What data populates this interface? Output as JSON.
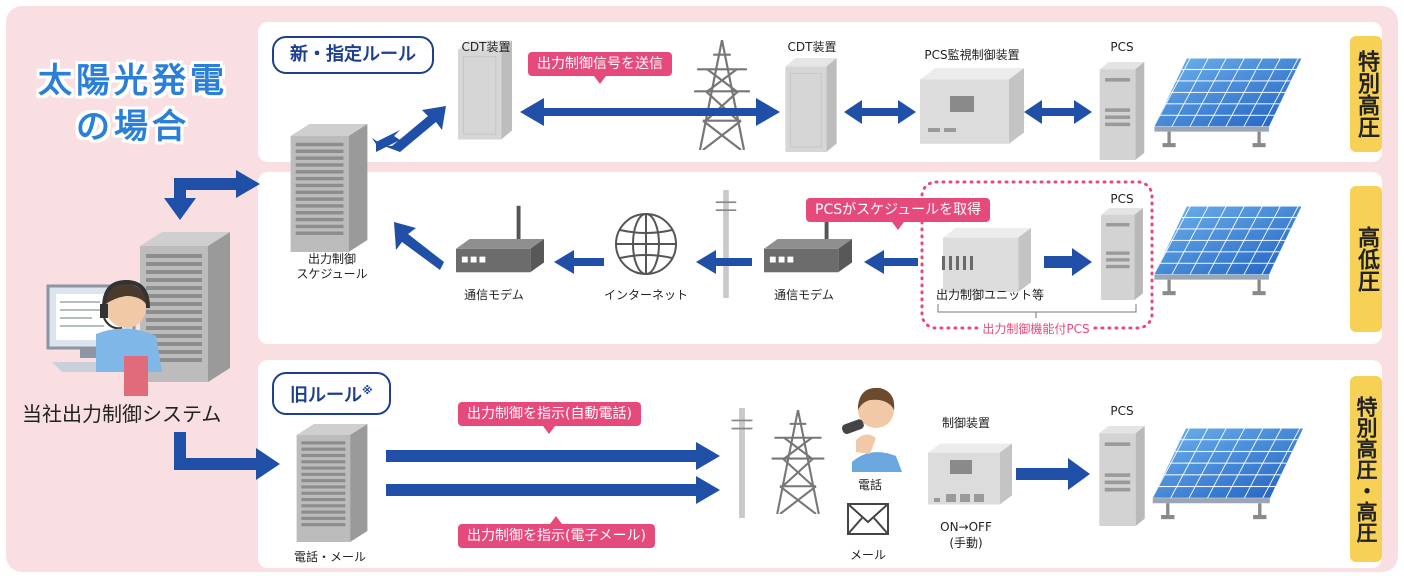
{
  "title": {
    "line1": "太陽光発電",
    "line2": "の場合"
  },
  "system_label": "当社出力制御システム",
  "panels": {
    "top": {
      "tag": "新・指定ルール",
      "region": "特別高圧",
      "left_device_label": "出力制御スケジュール",
      "left_device_label_lines": [
        "出力制御",
        "スケジュール"
      ],
      "labels": {
        "cdt1": "CDT装置",
        "cdt2": "CDT装置",
        "pcs_monitor": "PCS監視制御装置",
        "pcs": "PCS"
      },
      "callout": "出力制御信号を送信"
    },
    "middle": {
      "region": "高低圧",
      "callout": "PCSがスケジュールを取得",
      "labels": {
        "modem1": "通信モデム",
        "internet": "インターネット",
        "modem2": "通信モデム",
        "unit": "出力制御ユニット等",
        "pcs": "PCS"
      },
      "group_caption": "出力制御機能付PCS"
    },
    "bottom": {
      "tag": "旧ルール",
      "tag_note": "※",
      "region": "特別高圧・高圧",
      "left_device_label": "電話・メール",
      "callout_top": "出力制御を指示(自動電話)",
      "callout_bottom": "出力制御を指示(電子メール)",
      "labels": {
        "phone": "電話",
        "mail": "メール",
        "control": "制御装置",
        "switch": "ON→OFF",
        "switch_note": "(手動)",
        "pcs": "PCS"
      }
    }
  },
  "colors": {
    "background_pink": "#f9dfe2",
    "arrow_blue": "#1f4fa6",
    "accent_pink": "#e64a7b",
    "region_yellow": "#f7d155",
    "title_blue": "#2a7fd8",
    "tag_navy": "#1d3f8f"
  },
  "icons": [
    "server-rack-icon",
    "cdt-device-icon",
    "transmission-tower-icon",
    "pcs-monitor-icon",
    "pcs-cabinet-icon",
    "solar-panel-icon",
    "modem-icon",
    "globe-icon",
    "utility-pole-icon",
    "control-unit-icon",
    "operator-icon",
    "phone-person-icon",
    "mail-envelope-icon"
  ]
}
